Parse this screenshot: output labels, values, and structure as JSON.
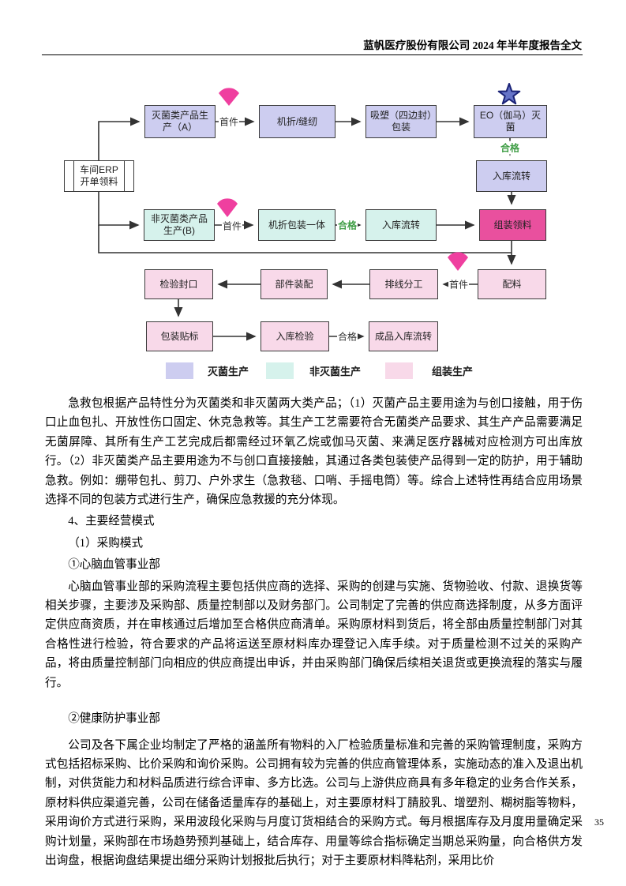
{
  "header": {
    "title": "蓝帆医疗股份有限公司 2024 年半年度报告全文"
  },
  "flowchart": {
    "nodes": {
      "erp": "车间ERP开单领料",
      "sterile_a": "灭菌类产品生产（A）",
      "fold_sew": "机折/缝纫",
      "blister_pack": "吸塑（四边封）包装",
      "eo_sterilize": "EO（伽马）灭菌",
      "transfer_a": "入库流转",
      "nonsterile_b": "非灭菌类产品生产(B)",
      "fold_pack_one": "机折包装一体",
      "transfer_b": "入库流转",
      "assembly_pick": "组装领料",
      "batching": "配料",
      "wire_split": "排线分工",
      "parts_assembly": "部件装配",
      "inspect_seal": "检验封口",
      "pack_label": "包装贴标",
      "inbound_inspect": "入库检验",
      "finished_transfer": "成品入库流转"
    },
    "labels": {
      "first_piece": "首件",
      "qualified": "合格"
    },
    "legend": [
      {
        "label": "灭菌生产",
        "color": "#cdcdf0"
      },
      {
        "label": "非灭菌生产",
        "color": "#d6f2ec"
      },
      {
        "label": "组装生产",
        "color": "#f8d9e9"
      }
    ],
    "colors": {
      "sterile_fill": "#cdcdf0",
      "nonsterile_fill": "#d6f2ec",
      "assembly_fill": "#f8d9e9",
      "assembly_pick_fill": "#e9509e",
      "qualified_green": "#3f9d45",
      "marker_pink": "#ef3f9f",
      "star_blue": "#6674c8",
      "line": "#333333"
    }
  },
  "content": {
    "p1": "急救包根据产品特性分为灭菌类和非灭菌两大类产品；（1）灭菌产品主要用途为与创口接触，用于伤口止血包扎、开放性伤口固定、休克急救等。其生产工艺需要符合无菌类产品要求、其生产产品需要满足无菌屏障、其所有生产工艺完成后都需经过环氧乙烷或伽马灭菌、来满足医疗器械对应检测方可出库放行。（2）非灭菌类产品主要用途为不与创口直接接触，其通过各类包装使产品得到一定的防护，用于辅助急救。例如：绷带包扎、剪刀、户外求生（急救毯、口哨、手摇电筒）等。综合上述特性再结合应用场景选择不同的包装方式进行生产，确保应急救援的充分体现。",
    "section4": "4、主要经营模式",
    "sub1": "（1）采购模式",
    "dept1": "①心脑血管事业部",
    "p2": "心脑血管事业部的采购流程主要包括供应商的选择、采购的创建与实施、货物验收、付款、退换货等相关步骤，主要涉及采购部、质量控制部以及财务部门。公司制定了完善的供应商选择制度，从多方面评定供应商资质，并在审核通过后增加至合格供应商清单。采购原材料到货后，将全部由质量控制部门对其合格性进行检验，符合要求的产品将运送至原材料库办理登记入库手续。对于质量检测不过关的采购产品，将由质量控制部门向相应的供应商提出申诉，并由采购部门确保后续相关退货或更换流程的落实与履行。",
    "dept2": "②健康防护事业部",
    "p3": "公司及各下属企业均制定了严格的涵盖所有物料的入厂检验质量标准和完善的采购管理制度，采购方式包括招标采购、比价采购和询价采购。公司拥有较为完善的供应商管理体系，实施动态的准入及退出机制，对供货能力和材料品质进行综合评审、多方比选。公司与上游供应商具有多年稳定的业务合作关系，原材料供应渠道完善，公司在储备适量库存的基础上，对主要原材料丁腈胶乳、增塑剂、糊树脂等物料，采用询价方式进行采购，采用波段化采购与月度订货相结合的采购方式。每月根据库存及月度用量确定采购计划量，采购部在市场趋势预判基础上，结合库存、用量等综合指标确定当期总采购量，向合格供方发出询盘，根据询盘结果提出细分采购计划报批后执行；对于主要原材料降粘剂，采用比价"
  },
  "footer": {
    "page_number": "35"
  }
}
